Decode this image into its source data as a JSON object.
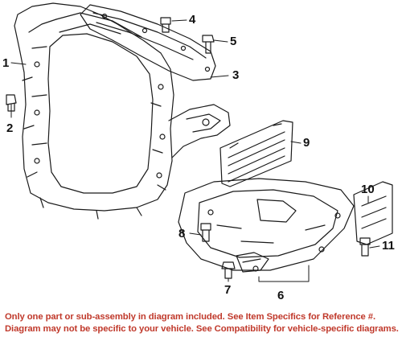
{
  "diagram": {
    "callouts": {
      "c1": "1",
      "c2": "2",
      "c3": "3",
      "c4": "4",
      "c5": "5",
      "c6": "6",
      "c7": "7",
      "c8": "8",
      "c9": "9",
      "c10": "10",
      "c11": "11"
    }
  },
  "footer": {
    "line1": "Only one part or sub-assembly in diagram included. See Item Specifics for Reference #.",
    "line2": "Diagram may not be specific to your vehicle. See Compatibility for vehicle-specific diagrams."
  },
  "colors": {
    "footer_text": "#c0392b",
    "line_art": "#1a1a1a"
  }
}
